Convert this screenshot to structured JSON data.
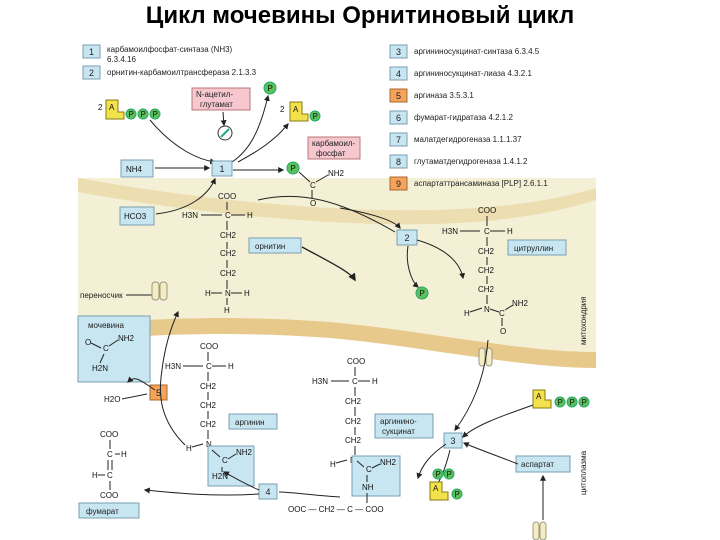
{
  "title": "Цикл мочевины Орнитиновый цикл",
  "colors": {
    "mito_matrix": "#f4f0d6",
    "membrane": "#e8c98c",
    "cytoplasm": "#ffffff",
    "enzyme_box": "#c8e6f2",
    "enzyme_orange": "#f5a25a",
    "metabolite_box": "#f6c7cf",
    "phosphate": "#5cc05c",
    "atp": "#f2e14a",
    "arrow": "#222222"
  },
  "legend_left": [
    {
      "num": "1",
      "line1": "карбамоилфосфат-синтаза (NH3)",
      "line2": "6.3.4.16"
    },
    {
      "num": "2",
      "line1": "орнитин-карбамоилтрансфераза 2.1.3.3",
      "line2": ""
    }
  ],
  "legend_right": [
    {
      "num": "3",
      "text": "аргининосукцинат-синтаза 6.3.4.5"
    },
    {
      "num": "4",
      "text": "аргининосукцинат-лиаза 4.3.2.1"
    },
    {
      "num": "5",
      "text": "аргиназа 3.5.3.1"
    },
    {
      "num": "6",
      "text": "фумарат-гидратаза 4.2.1.2"
    },
    {
      "num": "7",
      "text": "малатдегидрогеназа 1.1.1.37"
    },
    {
      "num": "8",
      "text": "глутаматдегидрогеназа 1.4.1.2"
    },
    {
      "num": "9",
      "text": "аспартаттрансаминаза [PLP] 2.6.1.1"
    }
  ],
  "metabolites": {
    "acetylglutamate_1": "N-ацетил-",
    "acetylglutamate_2": "глутамат",
    "carbamoylphosphate_1": "карбамоил-",
    "carbamoylphosphate_2": "фосфат",
    "ornithine": "орнитин",
    "citrulline": "цитруллин",
    "urea": "мочевина",
    "arginine": "аргинин",
    "argininosuccinate_1": "аргинино-",
    "argininosuccinate_2": "сукцинат",
    "aspartate": "аспартат",
    "fumarate": "фумарат"
  },
  "labels": {
    "carrier": "переносчик",
    "mitochondria": "митохондрия",
    "cytoplasm": "цитоплазма"
  },
  "molecules": {
    "two": "2",
    "nh4": "NH4",
    "hco3": "HCO3",
    "p": "P",
    "a": "A",
    "coo": "COO",
    "ch2": "CH2",
    "h3n": "H3N",
    "h2n": "H2N",
    "nh2": "NH2",
    "c": "C",
    "h": "H",
    "n": "N",
    "o": "O",
    "h2o": "H2O",
    "nh": "NH",
    "ooc_chain": "OOC — CH2 — C — COO"
  },
  "enzyme_steps": [
    "1",
    "2",
    "3",
    "4",
    "5"
  ]
}
